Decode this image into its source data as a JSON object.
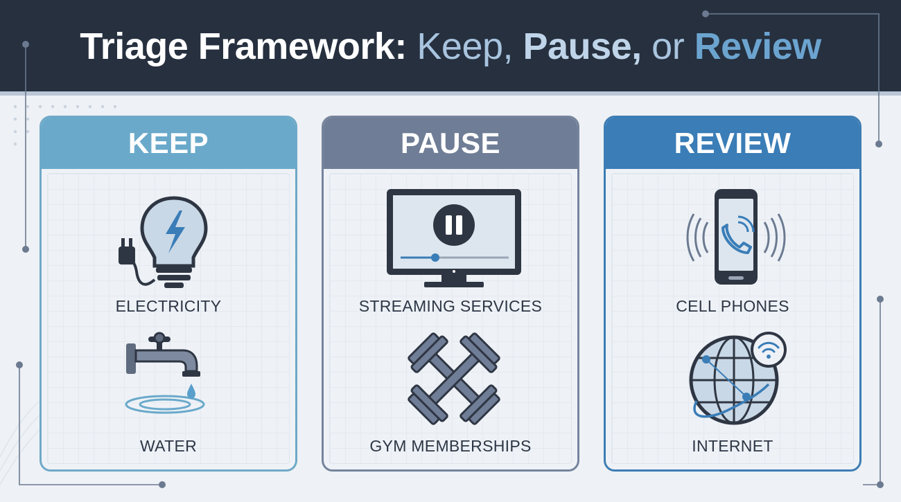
{
  "title": {
    "part1": "Triage Framework:",
    "part2": "Keep,",
    "part3": "Pause,",
    "part4": "or",
    "part5": "Review"
  },
  "colors": {
    "header_bg": "#26303f",
    "keep": "#6aa9ca",
    "pause": "#6f7d96",
    "review": "#3a7db7",
    "icon_dark": "#2f3643",
    "icon_fill": "#c9d8e6"
  },
  "categories": [
    {
      "header": "KEEP",
      "items": [
        {
          "label": "ELECTRICITY",
          "icon": "lightbulb-plug-icon"
        },
        {
          "label": "WATER",
          "icon": "faucet-icon"
        }
      ]
    },
    {
      "header": "PAUSE",
      "items": [
        {
          "label": "STREAMING SERVICES",
          "icon": "monitor-pause-icon"
        },
        {
          "label": "GYM MEMBERSHIPS",
          "icon": "crossed-dumbbells-icon"
        }
      ]
    },
    {
      "header": "REVIEW",
      "items": [
        {
          "label": "CELL PHONES",
          "icon": "smartphone-call-icon"
        },
        {
          "label": "INTERNET",
          "icon": "globe-wifi-icon"
        }
      ]
    }
  ]
}
